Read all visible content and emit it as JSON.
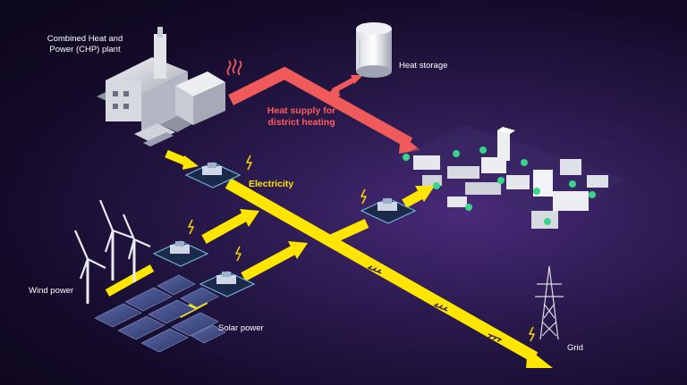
{
  "labels": {
    "chp_line1": "Combined Heat and",
    "chp_line2": "Power (CHP) plant",
    "heat_storage": "Heat storage",
    "heat_supply_line1": "Heat supply for",
    "heat_supply_line2": "district heating",
    "electricity": "Electricity",
    "wind_power": "Wind power",
    "solar_power": "Solar power",
    "grid": "Grid"
  },
  "colors": {
    "electricity": "#ffe600",
    "heat": "#f05a5a",
    "label": "#ffffff",
    "lightning": "#ffd400"
  },
  "icons": [
    "lightning-icon",
    "wave-heat-icon",
    "chevron-icon",
    "transformer-icon"
  ]
}
